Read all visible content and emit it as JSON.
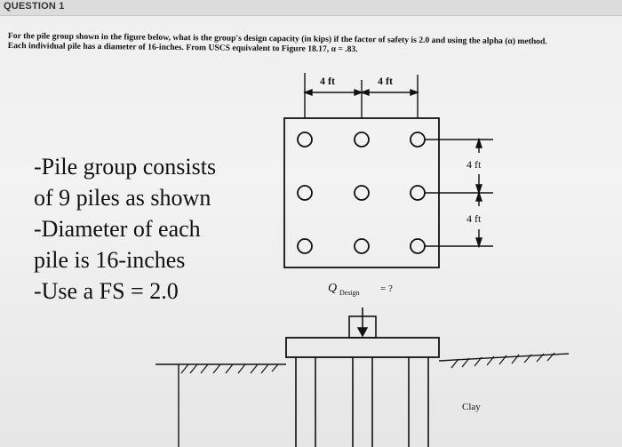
{
  "question_header": "QUESTION 1",
  "prompt": {
    "line1": "For the pile group shown in the figure below, what is the group's design capacity (in kips) if the factor of safety is 2.0 and using the alpha (α) method.",
    "line2": "Each individual pile has a diameter of 16-inches.  From USCS equivalent to Figure 18.17, α = .83."
  },
  "notes": [
    "-Pile group consists",
    "of 9 piles as shown",
    "-Diameter of each",
    "pile is 16-inches",
    "-Use a FS = 2.0"
  ],
  "figure": {
    "top_dim_left": "4 ft",
    "top_dim_right": "4 ft",
    "side_dim_top": "4 ft",
    "side_dim_bottom": "4 ft",
    "q_symbol": "Q",
    "q_subscript": "Design",
    "q_suffix": "= ?",
    "soil_label": "Clay"
  }
}
